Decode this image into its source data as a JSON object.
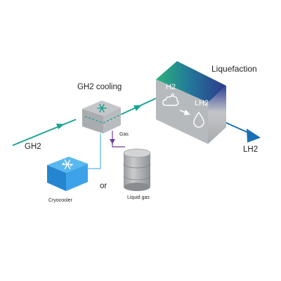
{
  "labels": {
    "liquefaction": "Liquefaction",
    "gh2_cooling": "GH2 cooling",
    "gh2": "GH2",
    "lh2": "LH2",
    "gas": "Gas",
    "or": "or",
    "cryocooler": "Cryocooler",
    "liquid_gas": "Liquid gas",
    "h2_vapor": "H2",
    "lh2_inbox": "LH2"
  },
  "colors": {
    "teal_flow": "#1aa394",
    "blue_flow": "#1a6fb4",
    "cryocooler_blue": "#2f9be6",
    "purple_line": "#6a3d9a",
    "light_blue_line": "#58b4e8",
    "box_grey": "#aeb1b4",
    "liquefaction_gradient_start": "#2bb37b",
    "liquefaction_gradient_end": "#2e3a8c"
  },
  "icons": [
    "snowflake-icon",
    "cloud-icon",
    "droplet-icon",
    "arrow-right-icon"
  ]
}
